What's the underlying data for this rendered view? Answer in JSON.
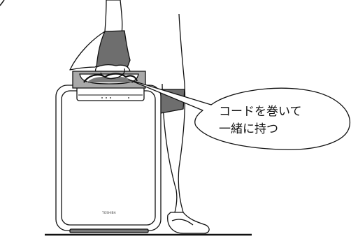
{
  "callout": {
    "line1": "コードを巻いて",
    "line2": "一緒に持つ"
  },
  "device": {
    "brand_logo": "TOSHIBA"
  },
  "colors": {
    "line": "#111111",
    "pants": "#6e6e6e",
    "handle_tray": "#a9a9a9",
    "cord": "#7a7a7a"
  }
}
